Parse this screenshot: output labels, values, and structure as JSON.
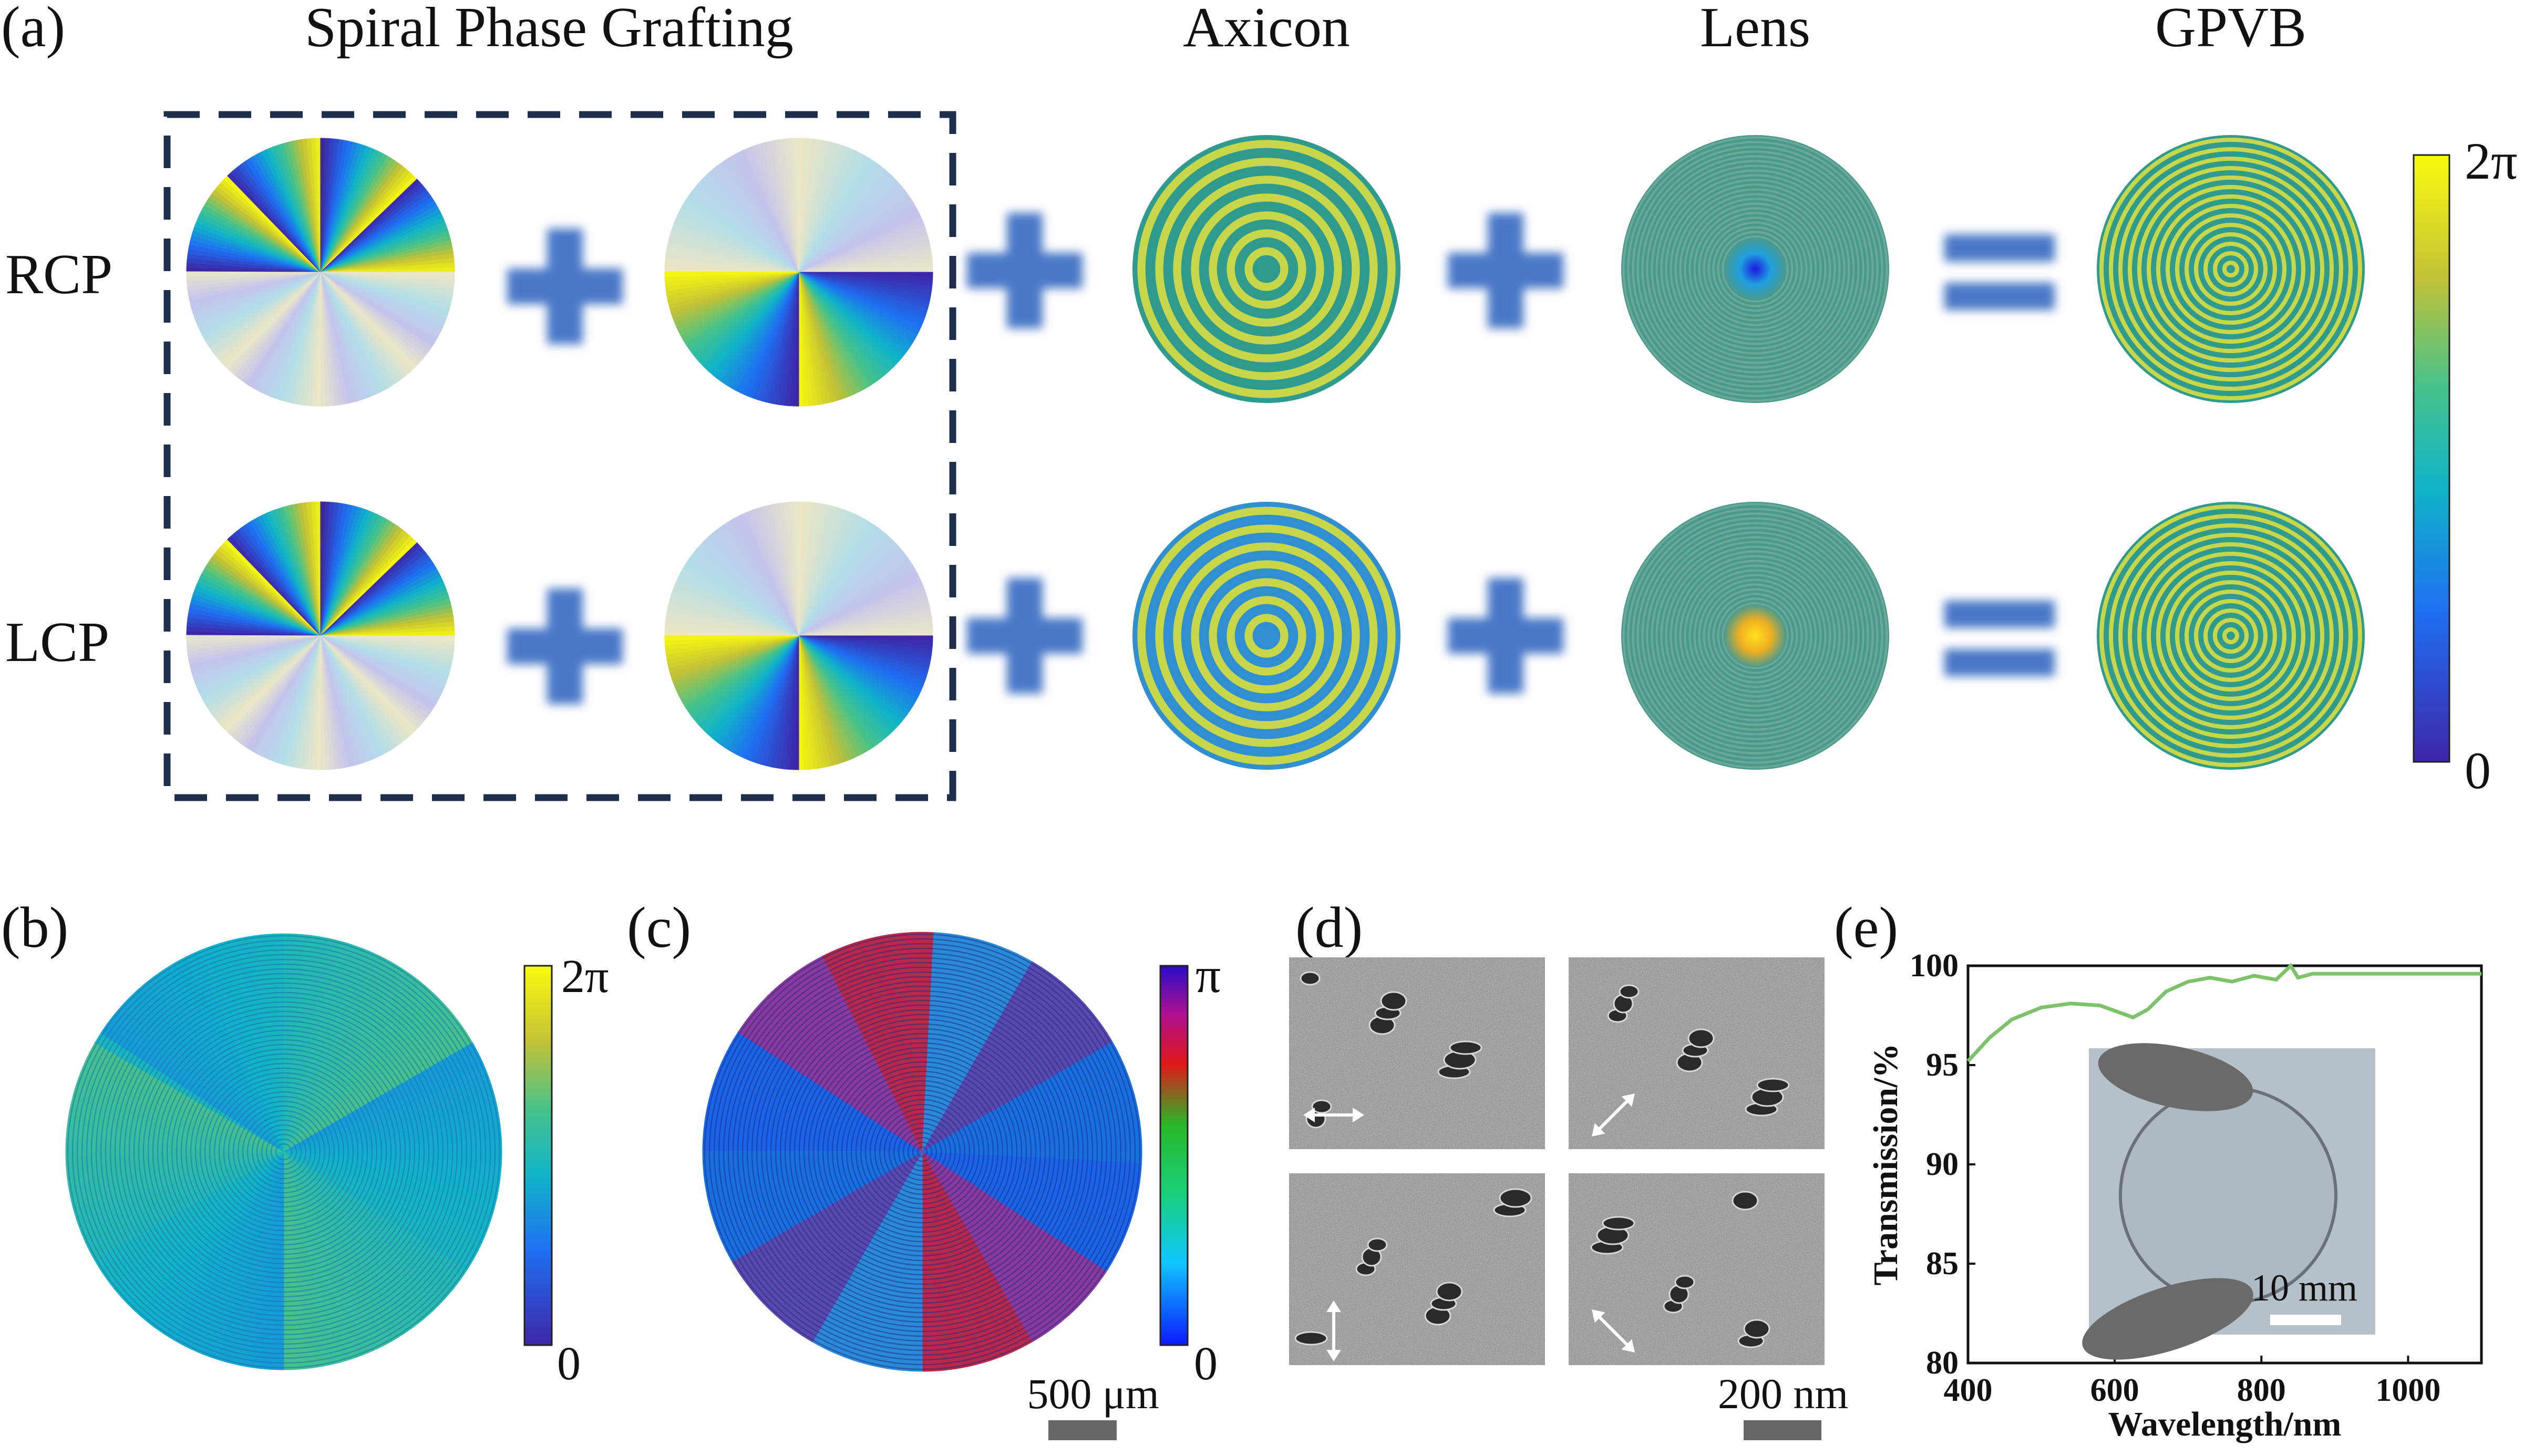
{
  "panel_a": {
    "label": "(a)",
    "col_titles": {
      "spiral": "Spiral Phase Grafting",
      "axicon": "Axicon",
      "lens": "Lens",
      "gpvb": "GPVB"
    },
    "row_labels": {
      "rcp": "RCP",
      "lcp": "LCP"
    },
    "colorbar": {
      "max_label": "2π",
      "min_label": "0"
    }
  },
  "panel_b": {
    "label": "(b)",
    "colorbar": {
      "max_label": "2π",
      "min_label": "0"
    }
  },
  "panel_c": {
    "label": "(c)",
    "colorbar": {
      "max_label": "π",
      "min_label": "0"
    },
    "scale_bar": "500 μm"
  },
  "panel_d": {
    "label": "(d)",
    "scale_bar": "200 nm"
  },
  "panel_e": {
    "label": "(e)",
    "inset_scale": "10 mm"
  },
  "colors": {
    "operator_blue": "#4a78c8",
    "dashed_box": "#1e2f4d",
    "trace_green": "#7cc36a"
  },
  "chart_data": {
    "type": "line",
    "xlabel": "Wavelength/nm",
    "ylabel": "Transmission/%",
    "xlim": [
      400,
      1100
    ],
    "ylim": [
      80,
      100
    ],
    "xticks": [
      400,
      600,
      800,
      1000
    ],
    "yticks": [
      80,
      85,
      90,
      95,
      100
    ],
    "grid": false,
    "series": [
      {
        "x": [
          400,
          430,
          460,
          500,
          540,
          580,
          610,
          625,
          645,
          670,
          700,
          730,
          760,
          790,
          820,
          840,
          850,
          870,
          900,
          950,
          1000,
          1050,
          1100
        ],
        "y": [
          95.2,
          96.4,
          97.3,
          97.9,
          98.1,
          98.0,
          97.6,
          97.4,
          97.8,
          98.7,
          99.2,
          99.4,
          99.2,
          99.5,
          99.3,
          100.0,
          99.4,
          99.6,
          99.6,
          99.6,
          99.6,
          99.6,
          99.6
        ]
      }
    ]
  }
}
